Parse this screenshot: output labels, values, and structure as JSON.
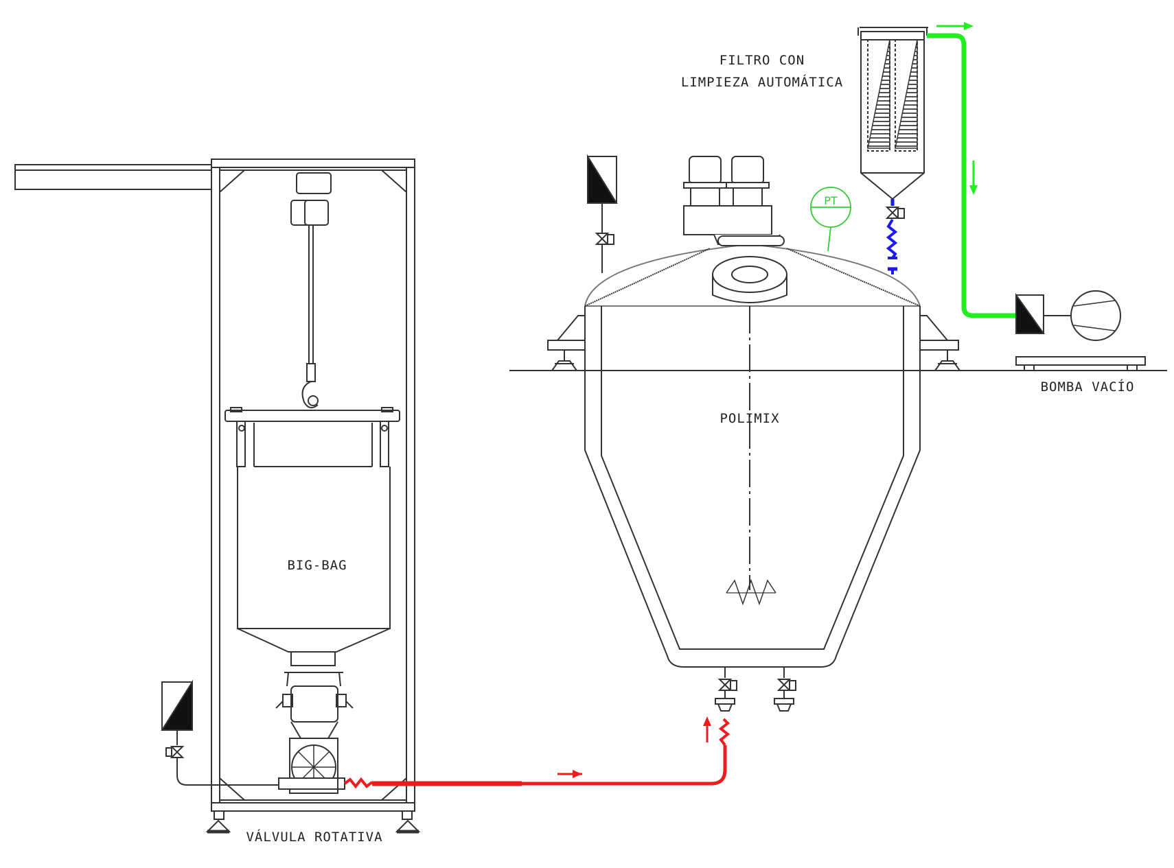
{
  "labels": {
    "filter_line1": "FILTRO CON",
    "filter_line2": "LIMPIEZA AUTOMÁTICA",
    "big_bag": "BIG-BAG",
    "polimix": "POLIMIX",
    "vacuum_pump": "BOMBA VACÍO",
    "rotary_valve": "VÁLVULA ROTATIVA",
    "pressure_transmitter": "PT"
  },
  "colors": {
    "conveying_line": "#ee1c1c",
    "vacuum_line": "#22ee22",
    "filter_discharge": "#1a1aee",
    "pt_instrument": "#33cc33",
    "drawing": "#333333"
  }
}
